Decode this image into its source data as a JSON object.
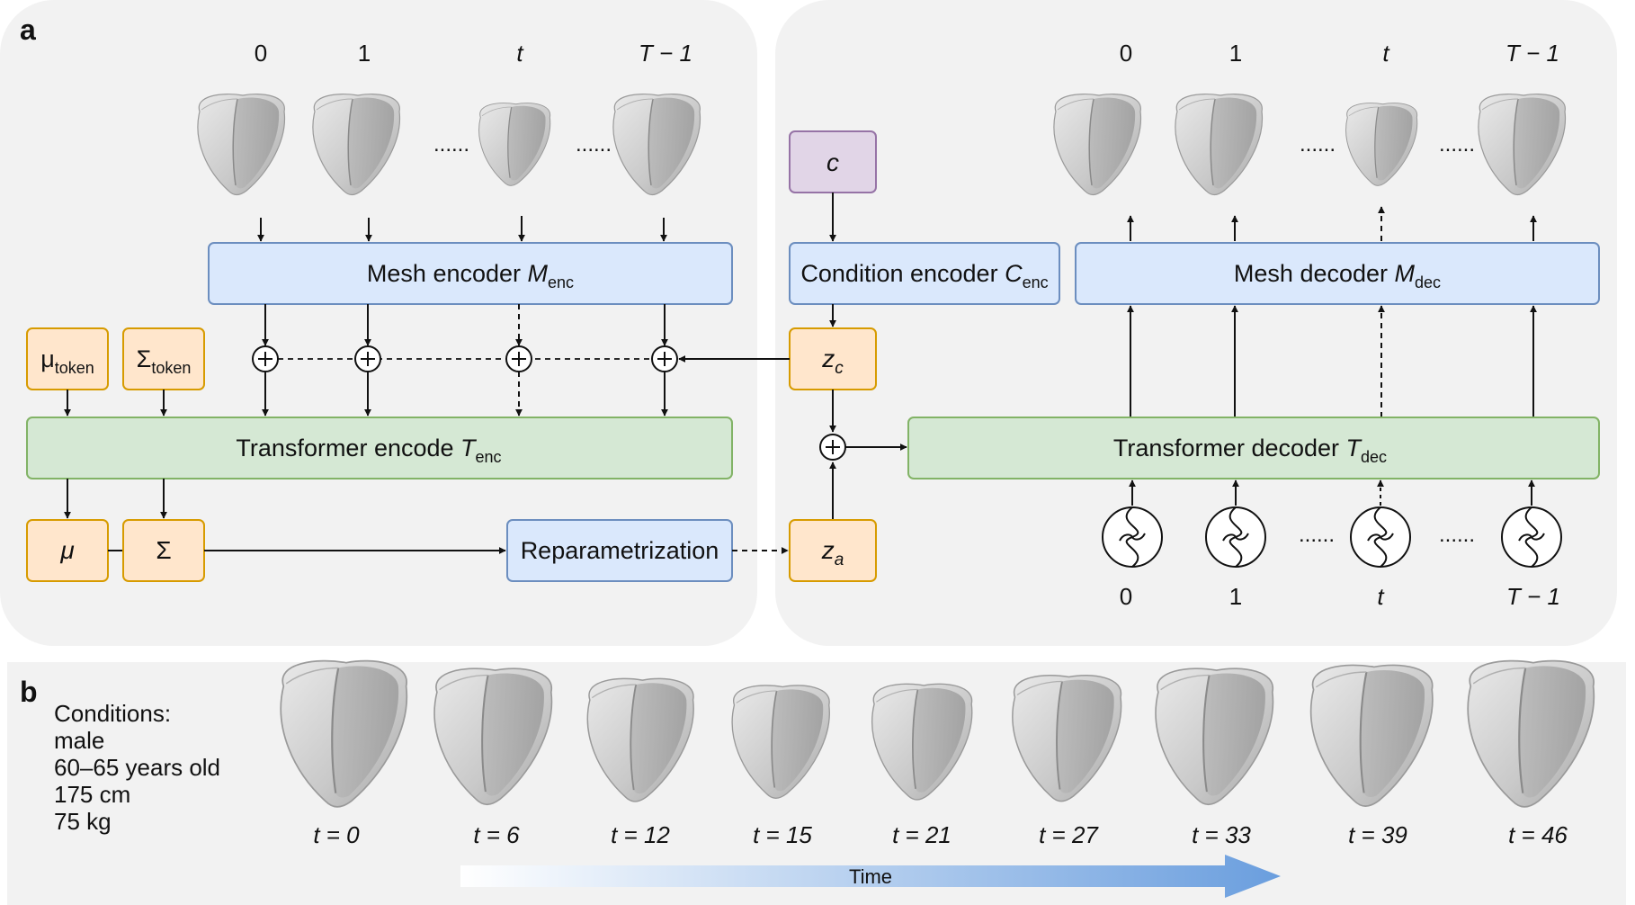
{
  "panel_a": {
    "label": "a",
    "encoder": {
      "frame_labels": [
        "0",
        "1",
        "t",
        "T − 1"
      ],
      "dots": "......",
      "mesh_encoder": {
        "text": "Mesh encoder ",
        "var": "M",
        "sub": "enc"
      },
      "transformer_encoder": {
        "text": "Transformer encode ",
        "var": "T",
        "sub": "enc"
      },
      "mu_token": {
        "sym": "μ",
        "sub": "token"
      },
      "sigma_token": {
        "sym": "Σ",
        "sub": "token"
      },
      "mu": "μ",
      "sigma": "Σ",
      "reparam": "Reparametrization"
    },
    "middle": {
      "c": "c",
      "condition_encoder": {
        "text": "Condition encoder ",
        "var": "C",
        "sub": "enc"
      },
      "zc": {
        "var": "z",
        "sub": "c"
      },
      "za": {
        "var": "z",
        "sub": "a"
      }
    },
    "decoder": {
      "frame_labels": [
        "0",
        "1",
        "t",
        "T − 1"
      ],
      "dots": "......",
      "mesh_decoder": {
        "text": "Mesh decoder ",
        "var": "M",
        "sub": "dec"
      },
      "transformer_decoder": {
        "text": "Transformer decoder ",
        "var": "T",
        "sub": "dec"
      },
      "pos_labels": [
        "0",
        "1",
        "t",
        "T − 1"
      ]
    }
  },
  "panel_b": {
    "label": "b",
    "conditions": [
      "Conditions:",
      "male",
      "60–65 years old",
      "175 cm",
      "75 kg"
    ],
    "time_steps": [
      "t = 0",
      "t = 6",
      "t = 12",
      "t = 15",
      "t = 21",
      "t = 27",
      "t = 33",
      "t = 39",
      "t = 46"
    ],
    "time_label": "Time"
  },
  "colors": {
    "blue_fill": "#dae8fc",
    "blue_stroke": "#6c8ebf",
    "green_fill": "#d5e8d4",
    "green_stroke": "#82b366",
    "orange_fill": "#ffe6cc",
    "orange_stroke": "#d79b00",
    "purple_fill": "#e1d5e7",
    "purple_stroke": "#9673a6",
    "panel_bg": "#f2f2f2",
    "arrow_blue": "#6a9ede"
  }
}
